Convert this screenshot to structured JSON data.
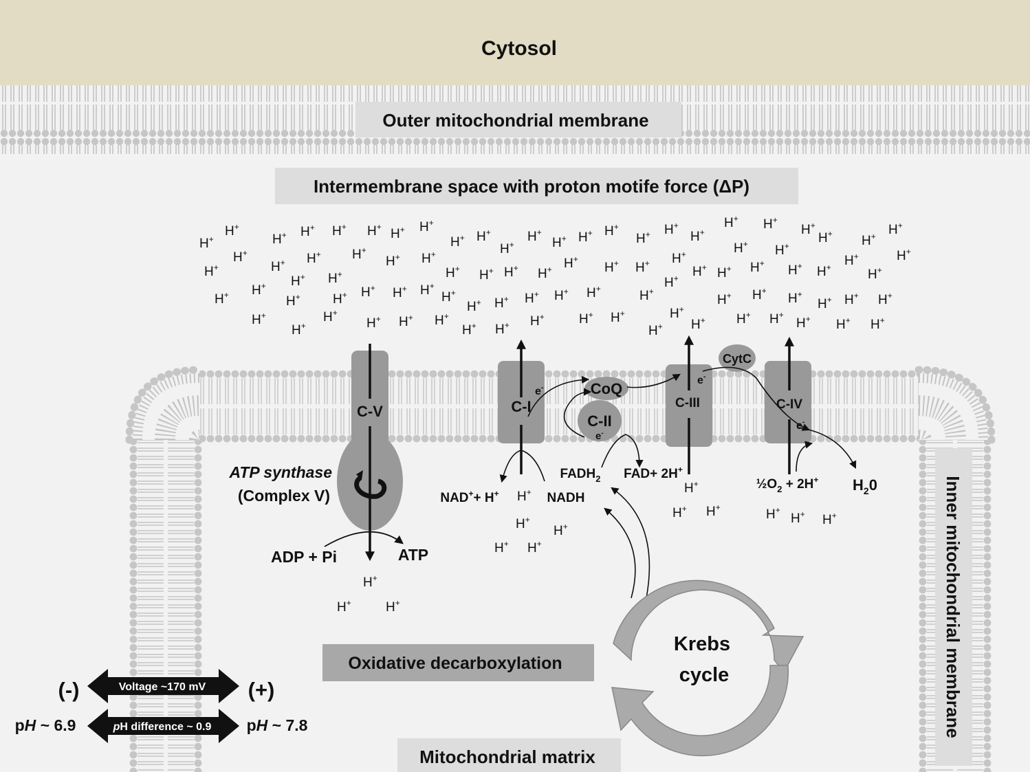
{
  "labels": {
    "cytosol": "Cytosol",
    "outer_membrane": "Outer mitochondrial  membrane",
    "intermembrane": "Intermembrane space with proton motife force (ΔP)",
    "inner_membrane": "Inner mitochondrial  membrane",
    "matrix": "Mitochondrial  matrix",
    "oxidative": "Oxidative decarboxylation",
    "krebs_line1": "Krebs",
    "krebs_line2": "cycle",
    "atp_synthase": "ATP synthase",
    "complex_v": "(Complex V)"
  },
  "complexes": {
    "cv": "C-V",
    "ci": "C-I",
    "cii": "C-II",
    "ciii": "C-III",
    "civ": "C-IV",
    "coq": "CoQ",
    "cytc": "CytC"
  },
  "electron": "e",
  "electron_sup": "-",
  "proton": "H",
  "proton_sup": "+",
  "reactions": {
    "adp_pi": "ADP + Pi",
    "atp": "ATP",
    "nad": "NAD",
    "nad_sup": "+",
    "nad_tail": "+ H",
    "nad_tail_sup": "+",
    "nadh": "NADH",
    "fadh": "FADH",
    "fadh_sub": "2",
    "fad": "FAD+ 2H",
    "fad_sup": "+",
    "o2_a": "½O",
    "o2_sub": "2",
    "o2_b": " + 2H",
    "o2_sup": "+",
    "h2o_a": "H",
    "h2o_sub": "2",
    "h2o_b": "0"
  },
  "gradient": {
    "minus": "(-)",
    "plus": "(+)",
    "voltage": "Voltage ~170 mV",
    "ph_left_a": "p",
    "ph_left_b": "H",
    "ph_left_c": " ~ 6.9",
    "ph_diff_a": "p",
    "ph_diff_b": "H",
    "ph_diff_c": " difference ~ 0.9",
    "ph_right_a": "p",
    "ph_right_b": "H",
    "ph_right_c": " ~ 7.8"
  },
  "colors": {
    "cytosol_bg": "#e2dcc4",
    "membrane_head": "#c6c6c6",
    "complex": "#999999",
    "label_box_light": "#dddddd",
    "label_box_dark": "#a8a8a8",
    "background": "#f2f2f2"
  }
}
